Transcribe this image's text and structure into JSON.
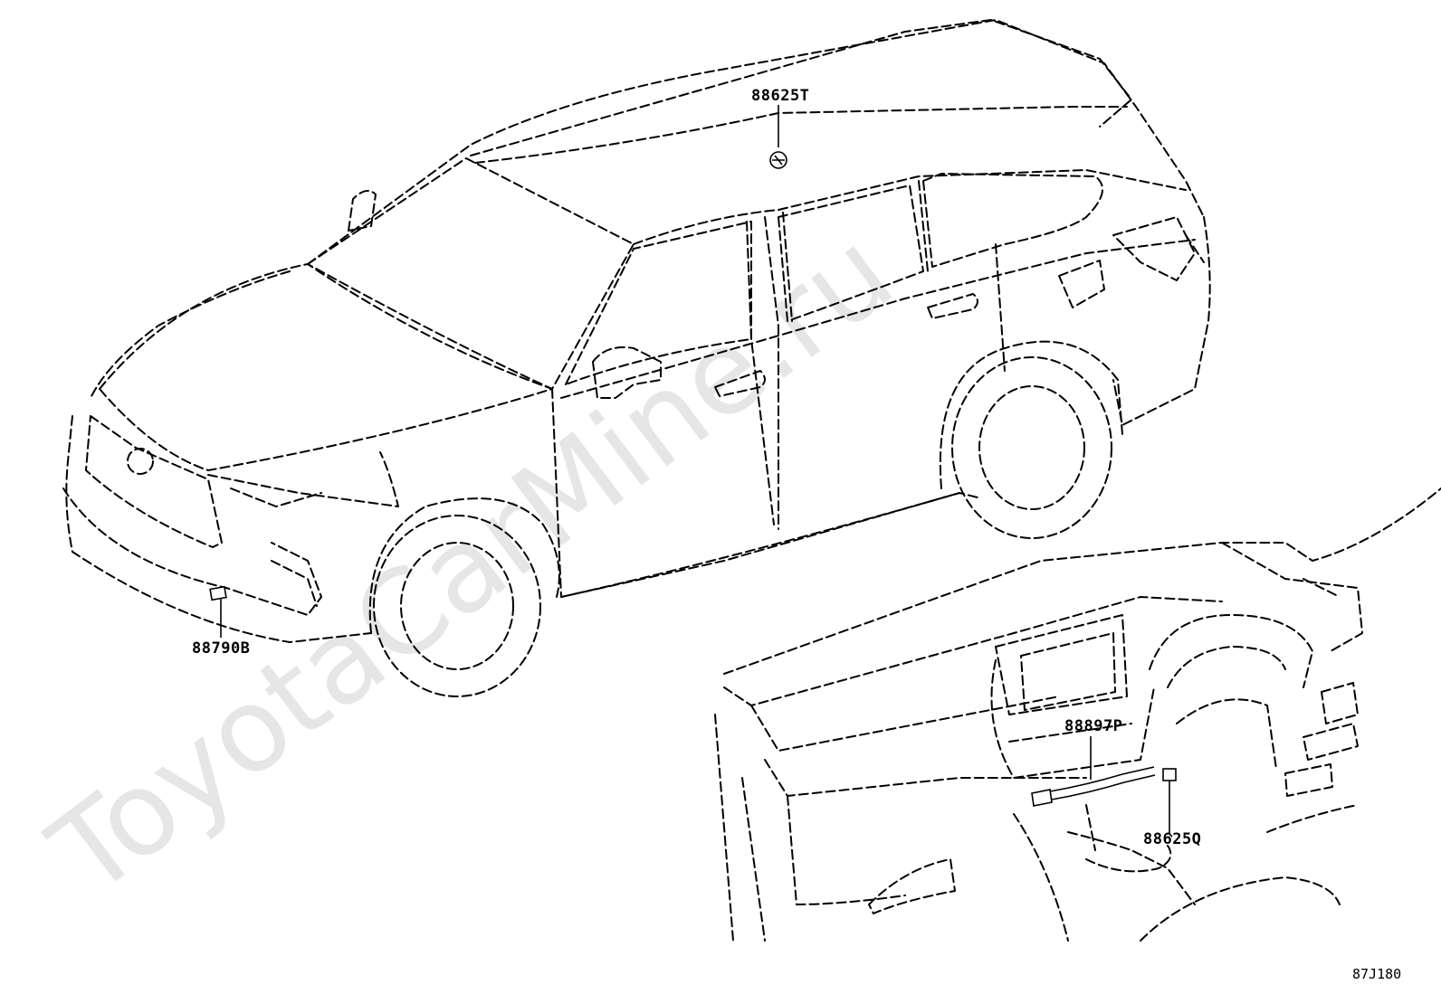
{
  "watermark": "ToyotaCarMine.ru",
  "diagram_code": "87J180",
  "callouts": [
    {
      "id": "88625T",
      "text": "88625T"
    },
    {
      "id": "88790B",
      "text": "88790B"
    },
    {
      "id": "88897P",
      "text": "88897P"
    },
    {
      "id": "88625Q",
      "text": "88625Q"
    }
  ]
}
